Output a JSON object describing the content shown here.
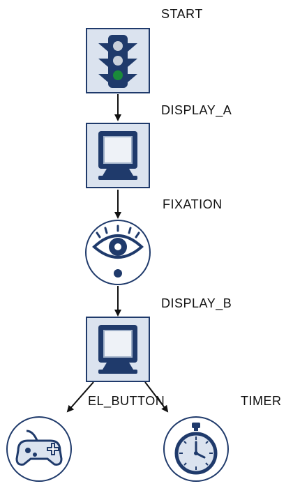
{
  "diagram": {
    "nodes": [
      {
        "id": "start",
        "label": "START",
        "icon": "traffic-light-icon"
      },
      {
        "id": "display_a",
        "label": "DISPLAY_A",
        "icon": "monitor-icon"
      },
      {
        "id": "fixation",
        "label": "FIXATION",
        "icon": "eye-icon"
      },
      {
        "id": "display_b",
        "label": "DISPLAY_B",
        "icon": "monitor-icon"
      },
      {
        "id": "el_button",
        "label": "EL_BUTTON",
        "icon": "gamepad-icon"
      },
      {
        "id": "timer",
        "label": "TIMER",
        "icon": "stopwatch-icon"
      }
    ],
    "edges": [
      [
        "start",
        "display_a"
      ],
      [
        "display_a",
        "fixation"
      ],
      [
        "fixation",
        "display_b"
      ],
      [
        "display_b",
        "el_button"
      ],
      [
        "display_b",
        "timer"
      ]
    ]
  },
  "colors": {
    "navy": "#1f3a6b",
    "icon_bg": "#dbe3ef",
    "green_light": "#1a8a3a",
    "gray_light": "#c9d0da"
  }
}
